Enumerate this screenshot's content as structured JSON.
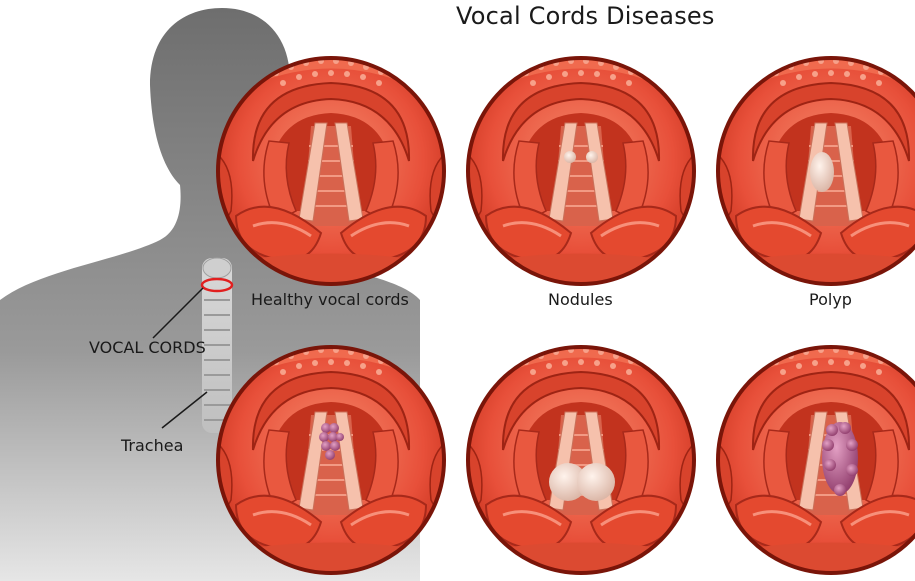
{
  "title": "Vocal Cords Diseases",
  "body_labels": {
    "vocal_cords": "VOCAL CORDS",
    "trachea": "Trachea"
  },
  "panels": [
    {
      "caption": "Healthy vocal cords",
      "lesion": "none"
    },
    {
      "caption": "Nodules",
      "lesion": "nodules"
    },
    {
      "caption": "Polyp",
      "lesion": "polyp"
    },
    {
      "caption": "",
      "lesion": "papilloma"
    },
    {
      "caption": "",
      "lesion": "cysts"
    },
    {
      "caption": "",
      "lesion": "tumor"
    }
  ],
  "colors": {
    "silhouette": "#7d7d7d",
    "tissue": "#e8503a",
    "tissue_light": "#f47a5c",
    "tissue_dark": "#c9341f",
    "rim": "#8b1a0e",
    "highlight": "#ffb39a",
    "lesion_pale": "#f3dcd0",
    "lesion_purple": "#b0568a"
  }
}
